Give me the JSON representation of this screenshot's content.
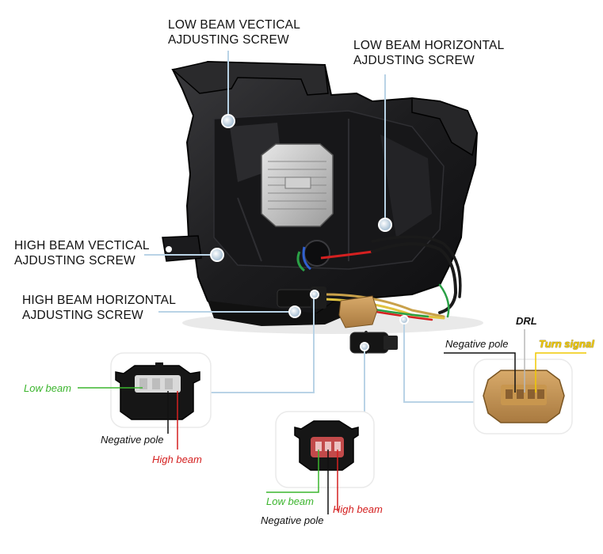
{
  "callouts": {
    "low_beam_vertical": [
      "LOW BEAM VECTICAL",
      "AJDUSTING SCREW"
    ],
    "low_beam_horizontal": [
      "LOW BEAM HORIZONTAL",
      "AJDUSTING SCREW"
    ],
    "high_beam_vertical": [
      "HIGH BEAM VECTICAL",
      "AJDUSTING SCREW"
    ],
    "high_beam_horizontal": [
      "HIGH BEAM HORIZONTAL",
      "AJDUSTING SCREW"
    ]
  },
  "connector_left": {
    "low_beam": "Low beam",
    "negative_pole": "Negative pole",
    "high_beam": "High beam"
  },
  "connector_middle": {
    "low_beam": "Low beam",
    "negative_pole": "Negative pole",
    "high_beam": "High beam"
  },
  "connector_right": {
    "negative_pole": "Negative pole",
    "drl": "DRL",
    "turn_signal": "Turn signal"
  },
  "colors": {
    "low_beam": "#3cb52e",
    "high_beam": "#d42020",
    "turn_signal": "#f0c800",
    "leader": "#b9d3e6"
  }
}
